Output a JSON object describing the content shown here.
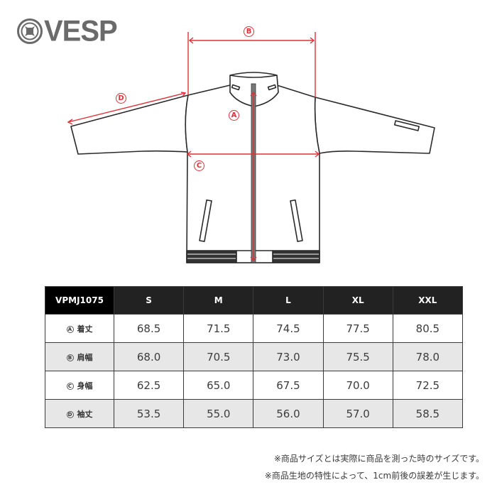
{
  "brand": {
    "name": "VESP",
    "logo_icon": "vesp-logo-icon",
    "color": "#6a6a6a"
  },
  "diagram": {
    "subject": "jacket flat sketch",
    "accent_color": "#e0303a",
    "markers": [
      {
        "id": "A",
        "symbol": "Ⓐ",
        "meaning": "着丈"
      },
      {
        "id": "B",
        "symbol": "Ⓑ",
        "meaning": "肩幅"
      },
      {
        "id": "C",
        "symbol": "Ⓒ",
        "meaning": "身幅"
      },
      {
        "id": "D",
        "symbol": "Ⓓ",
        "meaning": "袖丈"
      }
    ]
  },
  "table": {
    "model": "VPMJ1075",
    "sizes": [
      "S",
      "M",
      "L",
      "XL",
      "XXL"
    ],
    "rows": [
      {
        "mark": "A",
        "label": "着丈",
        "values": [
          "68.5",
          "71.5",
          "74.5",
          "77.5",
          "80.5"
        ]
      },
      {
        "mark": "B",
        "label": "肩幅",
        "values": [
          "68.0",
          "70.5",
          "73.0",
          "75.5",
          "78.0"
        ]
      },
      {
        "mark": "C",
        "label": "身幅",
        "values": [
          "62.5",
          "65.0",
          "67.5",
          "70.0",
          "72.5"
        ]
      },
      {
        "mark": "D",
        "label": "袖丈",
        "values": [
          "53.5",
          "55.0",
          "56.0",
          "57.0",
          "58.5"
        ]
      }
    ]
  },
  "notes": [
    "※商品サイズとは実際に商品を測った時のサイズです。",
    "※商品生地の特性によって、1cm前後の誤差が生じます。"
  ]
}
